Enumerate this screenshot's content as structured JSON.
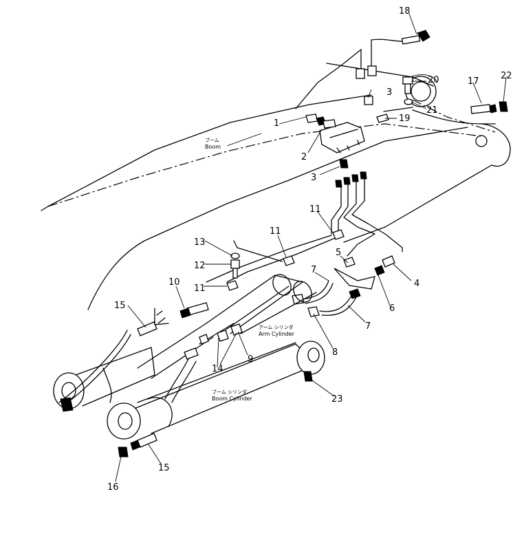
{
  "labels": {
    "boom_jp": "ブーム",
    "boom_en": "Boom",
    "arm_cyl_jp": "アーム シリンダ",
    "arm_cyl_en": "Arm Cylinder",
    "boom_cyl_jp": "ブーム シリンダ",
    "boom_cyl_en": "Boom Cylinder"
  },
  "callouts": {
    "c1": "1",
    "c2": "2",
    "c3a": "3",
    "c3b": "3",
    "c4": "4",
    "c5": "5",
    "c6": "6",
    "c7a": "7",
    "c7b": "7",
    "c8": "8",
    "c9": "9",
    "c10": "10",
    "c11a": "11",
    "c11b": "11",
    "c11c": "11",
    "c12": "12",
    "c13": "13",
    "c14": "14",
    "c15a": "15",
    "c15b": "15",
    "c16": "16",
    "c17": "17",
    "c18": "18",
    "c19": "19",
    "c20": "20",
    "c21": "21",
    "c22": "22",
    "c23": "23"
  }
}
